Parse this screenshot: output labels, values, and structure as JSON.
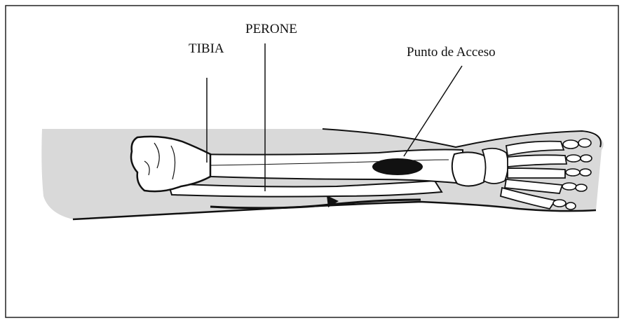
{
  "labels": {
    "tibia": "TIBIA",
    "perone": "PERONE",
    "access_point": "Punto de Acceso"
  },
  "colors": {
    "frame": "#222222",
    "skin": "#d9d9d9",
    "bone_fill": "#ffffff",
    "outline": "#111111",
    "access_mark": "#111111"
  }
}
